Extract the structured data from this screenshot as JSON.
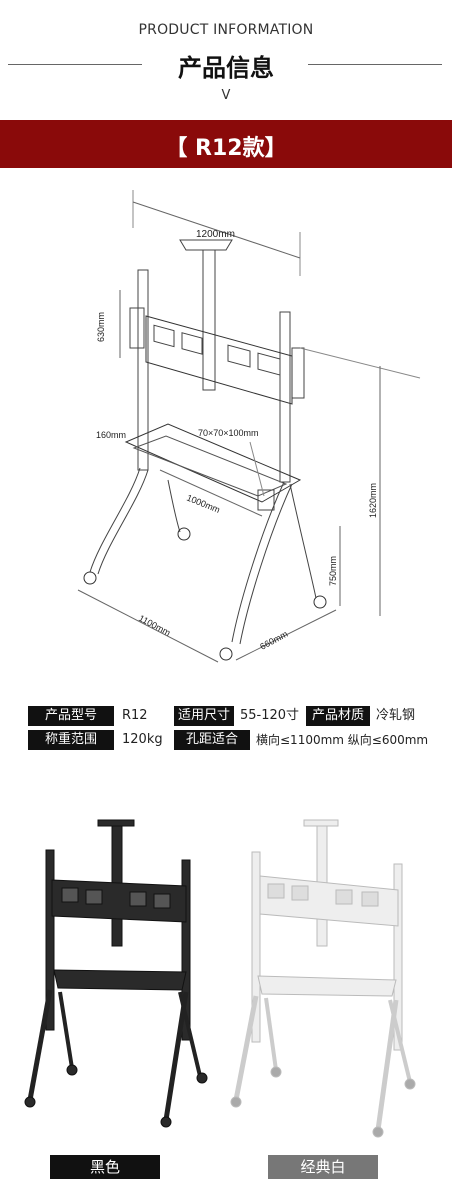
{
  "header": {
    "english_title": "PRODUCT INFORMATION",
    "chinese_title": "产品信息",
    "marker": "V"
  },
  "banner": {
    "model_title": "【 R12款】",
    "color": "#8a0a0a"
  },
  "diagram": {
    "dims": {
      "top_width": "1200mm",
      "panel_height": "630mm",
      "shelf_depth": "160mm",
      "shelf_width": "1000mm",
      "box_size": "70×70×100mm",
      "total_height": "1620mm",
      "shelf_height": "750mm",
      "base_width": "1100mm",
      "base_depth": "660mm"
    }
  },
  "specs": {
    "model_label": "产品型号",
    "model_value": "R12",
    "size_label": "适用尺寸",
    "size_value": "55-120寸",
    "material_label": "产品材质",
    "material_value": "冷轧钢",
    "weight_label": "称重范围",
    "weight_value": "120kg",
    "hole_label": "孔距适合",
    "hole_value": "横向≤1100mm 纵向≤600mm"
  },
  "colors": {
    "black_label": "黑色",
    "white_label": "经典白",
    "black_swatch": "#111111",
    "white_swatch": "#777777"
  }
}
